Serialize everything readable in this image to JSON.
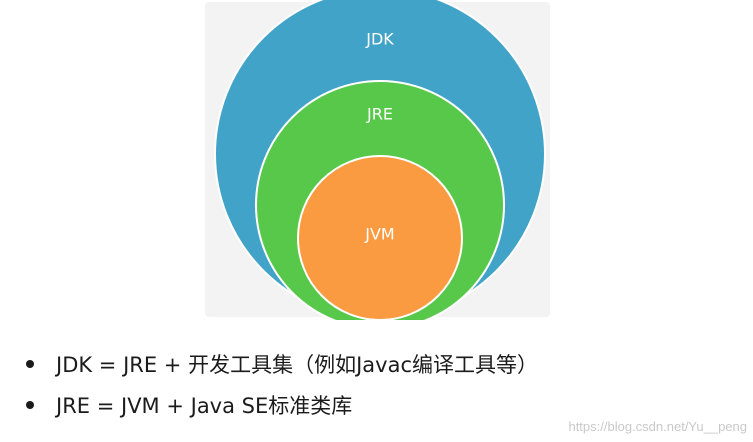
{
  "diagram": {
    "outer_label": "JDK",
    "middle_label": "JRE",
    "inner_label": "JVM",
    "colors": {
      "outer": "#41a3c8",
      "middle": "#58c84a",
      "inner": "#fb9b41",
      "border": "#ffffff"
    }
  },
  "bullets": [
    {
      "text": "JDK = JRE + 开发工具集（例如Javac编译工具等）"
    },
    {
      "text": "JRE = JVM + Java SE标准类库"
    }
  ],
  "watermark": "https://blog.csdn.net/Yu__peng"
}
